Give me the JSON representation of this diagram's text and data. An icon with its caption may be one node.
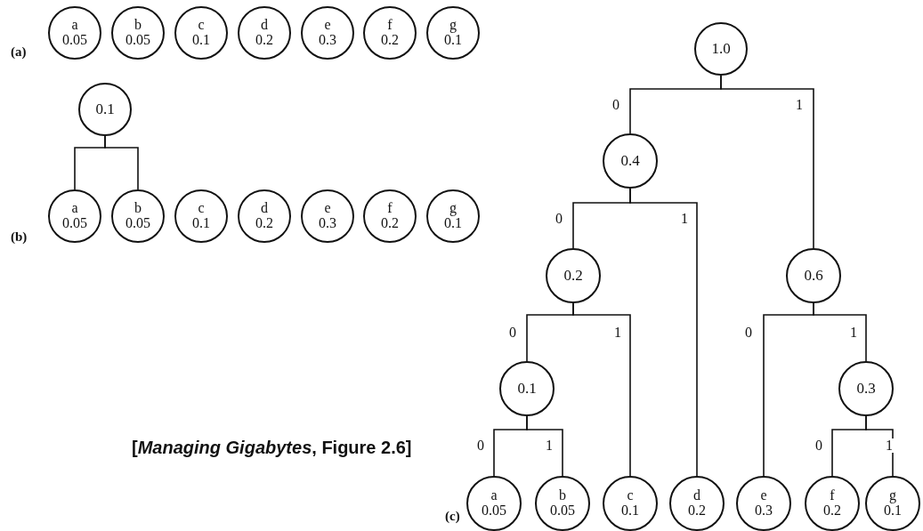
{
  "diagram": {
    "nodes": [
      {
        "text": [
          "a",
          "0.05"
        ]
      },
      {
        "text": [
          "b",
          "0.05"
        ]
      },
      {
        "text": [
          "c",
          "0.1"
        ]
      },
      {
        "text": [
          "d",
          "0.2"
        ]
      },
      {
        "text": [
          "e",
          "0.3"
        ]
      },
      {
        "text": [
          "f",
          "0.2"
        ]
      },
      {
        "text": [
          "g",
          "0.1"
        ]
      },
      {
        "text": [
          "0.1"
        ]
      },
      {
        "text": [
          "a",
          "0.05"
        ]
      },
      {
        "text": [
          "b",
          "0.05"
        ]
      },
      {
        "text": [
          "c",
          "0.1"
        ]
      },
      {
        "text": [
          "d",
          "0.2"
        ]
      },
      {
        "text": [
          "e",
          "0.3"
        ]
      },
      {
        "text": [
          "f",
          "0.2"
        ]
      },
      {
        "text": [
          "g",
          "0.1"
        ]
      },
      {
        "text": [
          "1.0"
        ]
      },
      {
        "text": [
          "0.4"
        ]
      },
      {
        "text": [
          "0.2"
        ]
      },
      {
        "text": [
          "0.6"
        ]
      },
      {
        "text": [
          "0.1"
        ]
      },
      {
        "text": [
          "0.3"
        ]
      },
      {
        "text": [
          "a",
          "0.05"
        ]
      },
      {
        "text": [
          "b",
          "0.05"
        ]
      },
      {
        "text": [
          "c",
          "0.1"
        ]
      },
      {
        "text": [
          "d",
          "0.2"
        ]
      },
      {
        "text": [
          "e",
          "0.3"
        ]
      },
      {
        "text": [
          "f",
          "0.2"
        ]
      },
      {
        "text": [
          "g",
          "0.1"
        ]
      }
    ],
    "edges": [
      {
        "from": 7,
        "to": 8,
        "arrow": "none"
      },
      {
        "from": 7,
        "to": 9,
        "arrow": "none"
      },
      {
        "from": 15,
        "to": 16,
        "arrow": "none",
        "label": "0"
      },
      {
        "from": 15,
        "to": 18,
        "arrow": "none",
        "label": "1"
      },
      {
        "from": 16,
        "to": 17,
        "arrow": "none",
        "label": "0"
      },
      {
        "from": 16,
        "to": 24,
        "arrow": "none",
        "label": "1"
      },
      {
        "from": 17,
        "to": 19,
        "arrow": "none",
        "label": "0"
      },
      {
        "from": 17,
        "to": 23,
        "arrow": "none",
        "label": "1"
      },
      {
        "from": 18,
        "to": 25,
        "arrow": "none",
        "label": "0"
      },
      {
        "from": 18,
        "to": 20,
        "arrow": "none",
        "label": "1"
      },
      {
        "from": 19,
        "to": 21,
        "arrow": "none",
        "label": "0"
      },
      {
        "from": 19,
        "to": 22,
        "arrow": "none",
        "label": "1"
      },
      {
        "from": 20,
        "to": 26,
        "arrow": "none",
        "label": "0"
      },
      {
        "from": 20,
        "to": 27,
        "arrow": "none",
        "label": "1"
      }
    ],
    "labels": [
      "(a)",
      "(b)",
      "[*Managing Gigabytes*, Figure 2.6]",
      "(c)"
    ]
  }
}
